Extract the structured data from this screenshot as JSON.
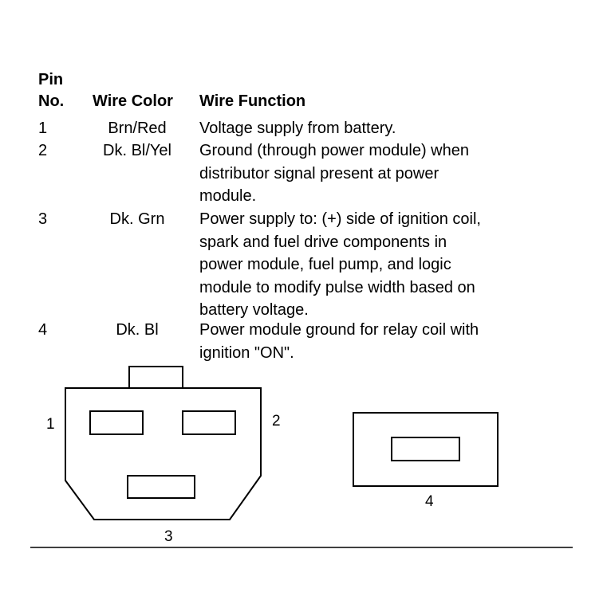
{
  "table": {
    "headers": {
      "pin_top": "Pin",
      "pin_bottom": "No.",
      "wire_color": "Wire Color",
      "wire_function": "Wire Function"
    },
    "rows": [
      {
        "pin": "1",
        "color": "Brn/Red",
        "function_lines": [
          "Voltage supply from battery."
        ]
      },
      {
        "pin": "2",
        "color": "Dk. Bl/Yel",
        "function_lines": [
          "Ground (through power module) when",
          "distributor signal present at power",
          "module."
        ]
      },
      {
        "pin": "3",
        "color": "Dk. Grn",
        "function_lines": [
          "Power supply to: (+) side of ignition coil,",
          "spark and fuel drive components in",
          "power module, fuel pump, and logic",
          "module to modify pulse width based on",
          "battery voltage."
        ]
      },
      {
        "pin": "4",
        "color": "Dk. Bl",
        "function_lines": [
          "Power module ground for relay coil with",
          "ignition \"ON\"."
        ]
      }
    ]
  },
  "diagram": {
    "connector_labels": {
      "pin1": "1",
      "pin2": "2",
      "pin3": "3",
      "pin4": "4"
    }
  }
}
